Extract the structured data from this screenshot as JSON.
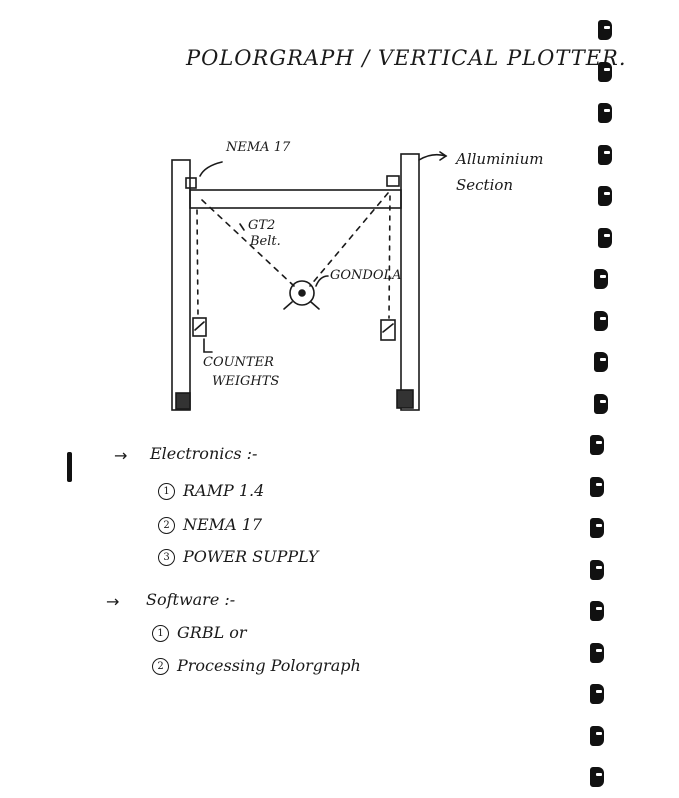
{
  "title": "POLORGRAPH / VERTICAL PLOTTER.",
  "diagram": {
    "motor_label": "NEMA 17",
    "section_label_1": "Alluminium",
    "section_label_2": "Section",
    "belt_label_1": "GT2",
    "belt_label_2": "Belt.",
    "gondola_label": "GONDOLA",
    "counter_label_1": "COUNTER",
    "counter_label_2": "WEIGHTS"
  },
  "electronics": {
    "heading": "Electronics :-",
    "items": [
      {
        "num": "1",
        "text": "RAMP 1.4"
      },
      {
        "num": "2",
        "text": "NEMA 17"
      },
      {
        "num": "3",
        "text": "POWER SUPPLY"
      }
    ]
  },
  "software": {
    "heading": "Software :-",
    "items": [
      {
        "num": "1",
        "text": "GRBL  or"
      },
      {
        "num": "2",
        "text": "Processing Polorgraph"
      }
    ]
  },
  "icons": [
    "right-arrow-icon",
    "circled-number-icon",
    "notebook-ring-icon"
  ],
  "colors": {
    "ink": "#1a1a1a",
    "paper": "#ffffff",
    "rings": "#111111"
  }
}
